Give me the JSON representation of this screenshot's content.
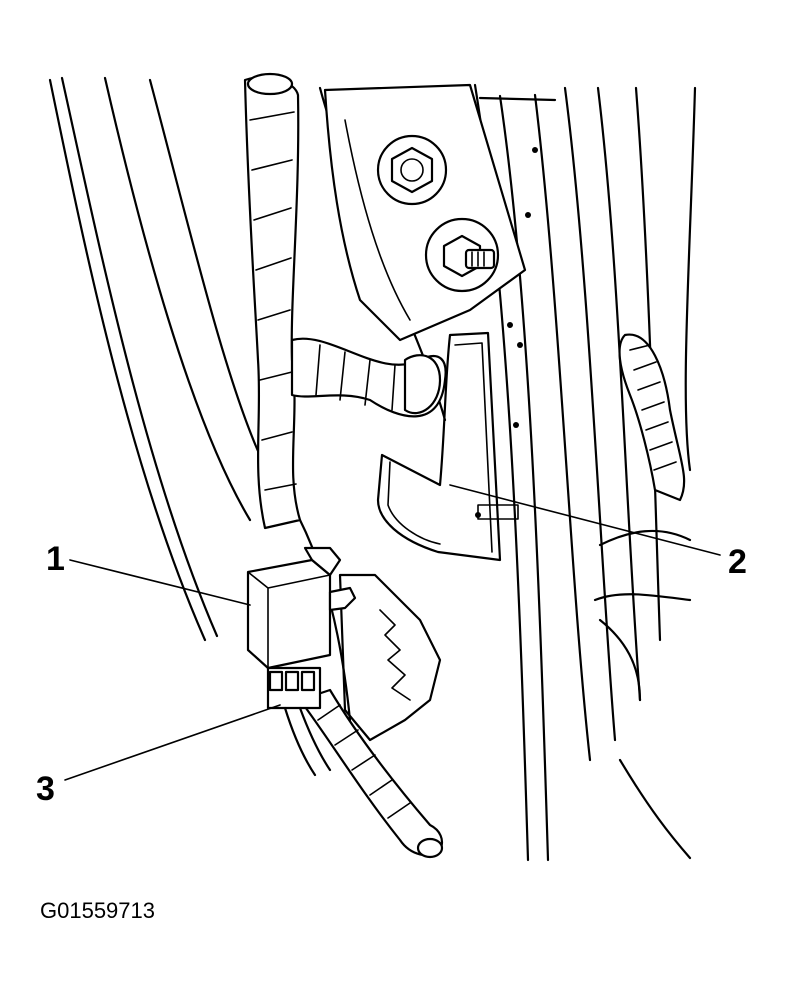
{
  "callouts": [
    {
      "id": "1",
      "label": "1"
    },
    {
      "id": "2",
      "label": "2"
    },
    {
      "id": "3",
      "label": "3"
    }
  ],
  "figure_id": "G01559713"
}
